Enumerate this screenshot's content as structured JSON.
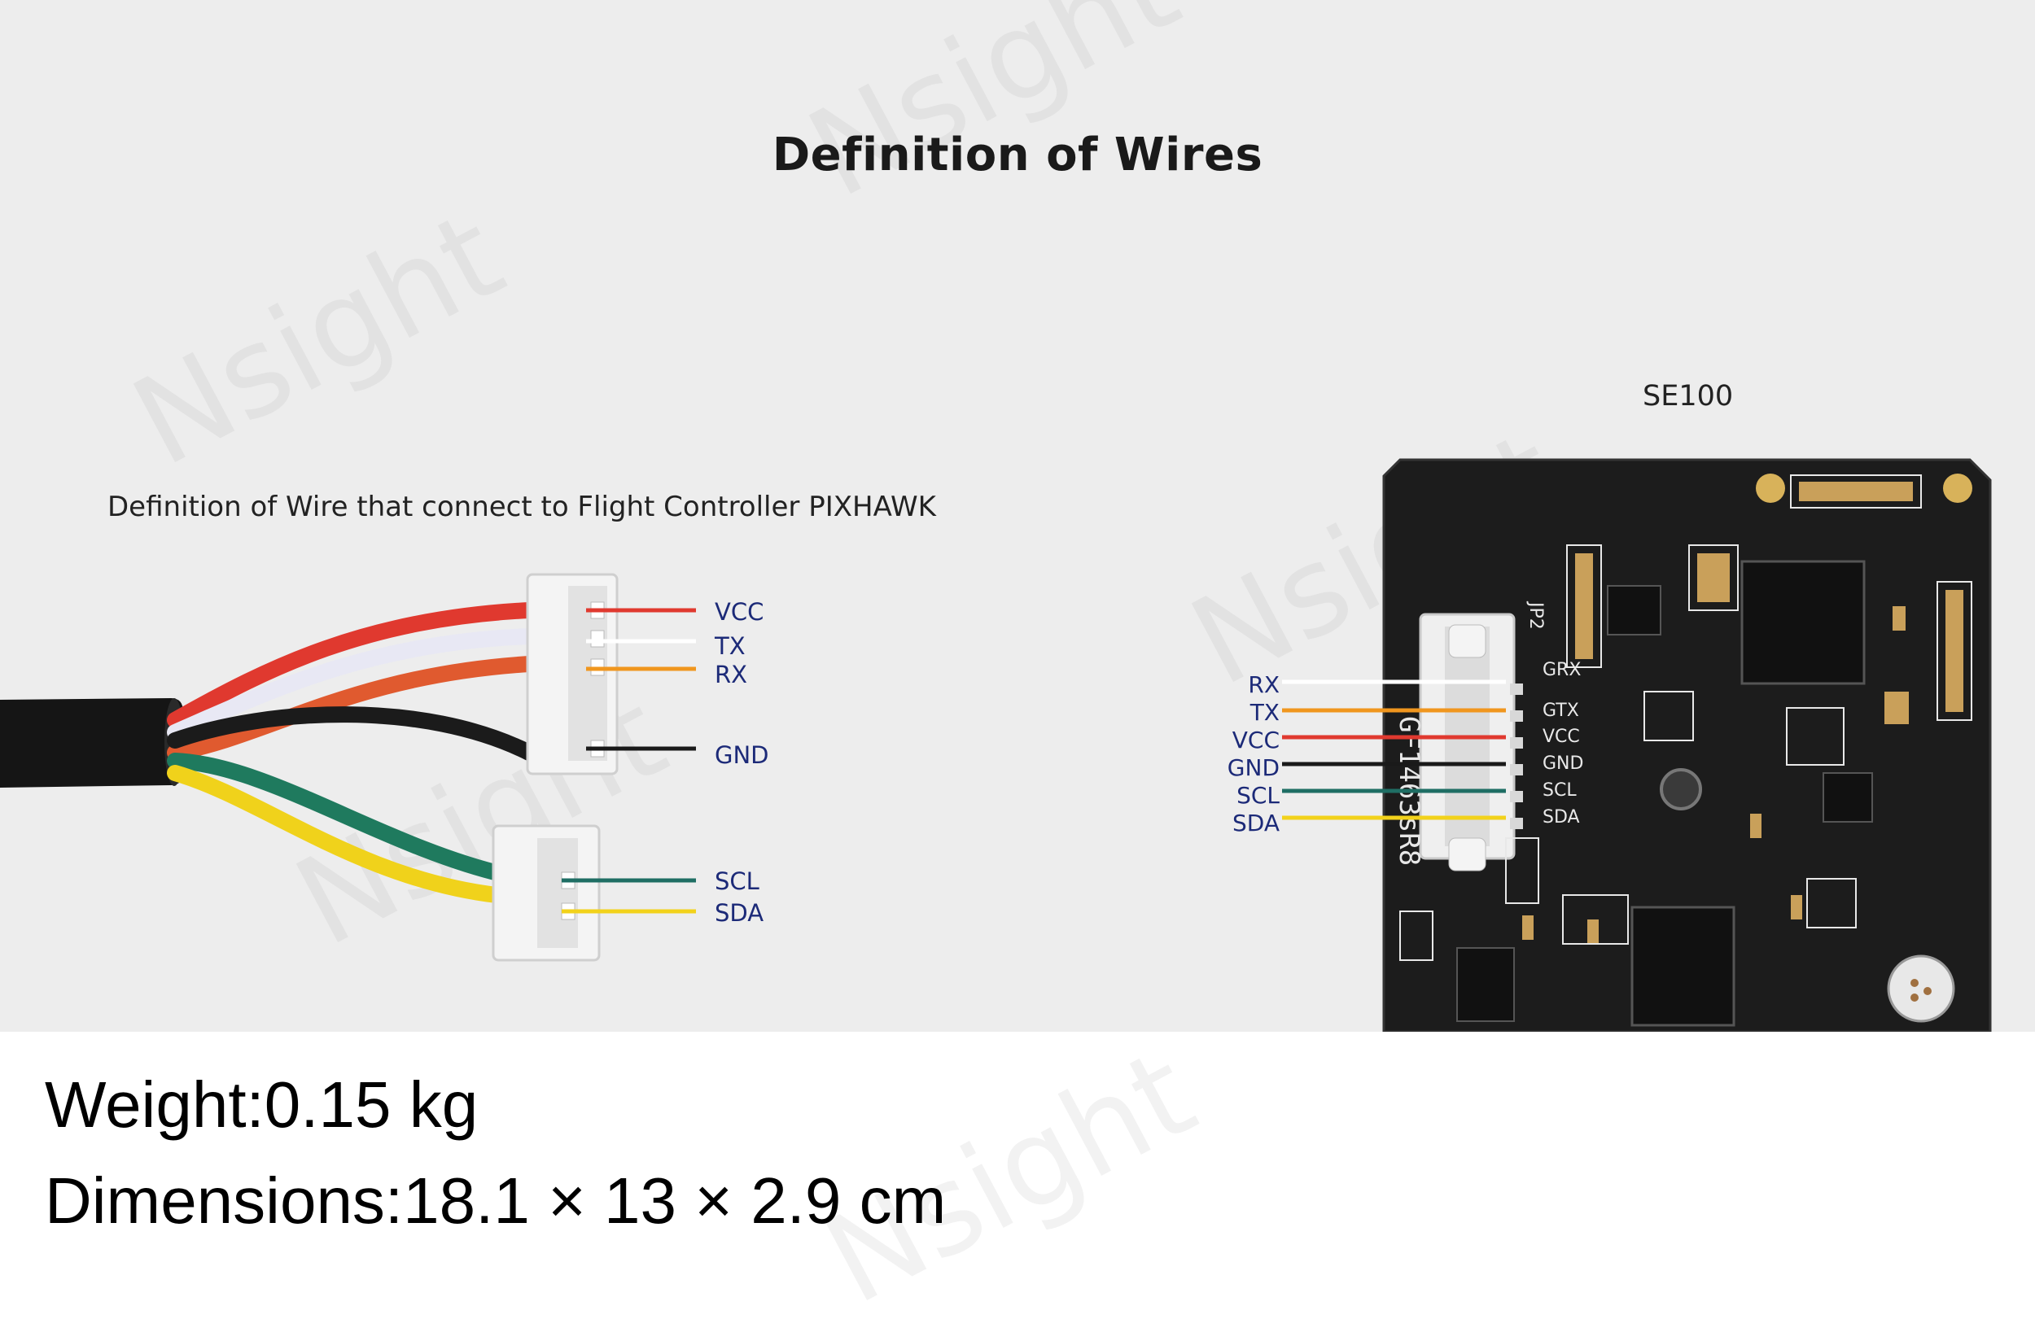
{
  "title": "Definition of Wires",
  "left_diagram": {
    "caption": "Definition of Wire that connect to Flight Controller PIXHAWK",
    "wires": [
      {
        "label": "VCC",
        "color": "#e0392f"
      },
      {
        "label": "TX",
        "color": "#ffffff"
      },
      {
        "label": "RX",
        "color": "#f0961e"
      },
      {
        "label": "GND",
        "color": "#1a1a1a"
      },
      {
        "label": "SCL",
        "color": "#1f6e64"
      },
      {
        "label": "SDA",
        "color": "#f2d21b"
      }
    ]
  },
  "right_diagram": {
    "board_name": "SE100",
    "pins": [
      {
        "label": "RX",
        "color": "#ffffff"
      },
      {
        "label": "TX",
        "color": "#f0961e"
      },
      {
        "label": "VCC",
        "color": "#e0392f"
      },
      {
        "label": "GND",
        "color": "#1a1a1a"
      },
      {
        "label": "SCL",
        "color": "#1f6e64"
      },
      {
        "label": "SDA",
        "color": "#f2d21b"
      }
    ],
    "silkscreen": {
      "connector_pins": [
        "GRX",
        "GTX",
        "VCC",
        "GND",
        "SCL",
        "SDA"
      ],
      "vertical_text": "GF1463sR8",
      "connector_id": "JP2"
    }
  },
  "specs": {
    "weight": "Weight:0.15 kg",
    "dimensions": "Dimensions:18.1 × 13 × 2.9 cm"
  },
  "watermark": "Nsight"
}
